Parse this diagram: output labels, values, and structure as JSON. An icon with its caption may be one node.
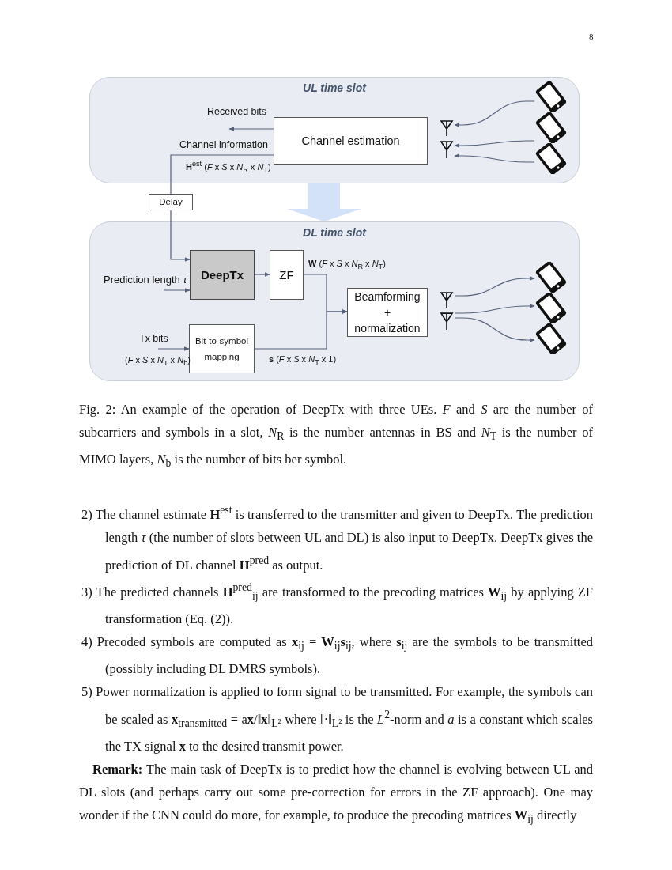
{
  "diagram": {
    "caption": "Fig. 2: An example of the operation of DeepTx with three UEs. *F* and *S* are the number of subcarriers and symbols in a slot, *N*$_{R}$ is the number antennas in BS and *N*$_{T}$ is the number of MIMO layers, *N*$_{b}$ is the number of bits ber symbol.",
    "nodes": [
      {
        "text": [
          "UL time slot"
        ]
      },
      {
        "text": [
          "Channel estimation"
        ],
        "in": 0
      },
      {
        "text": [],
        "shape": "antenna",
        "in": 0
      },
      {
        "text": [],
        "shape": "antenna",
        "in": 0
      },
      {
        "text": [],
        "shape": "phone",
        "in": 0
      },
      {
        "text": [],
        "shape": "phone",
        "in": 0
      },
      {
        "text": [],
        "shape": "phone",
        "in": 0
      },
      {
        "text": [
          "Delay"
        ]
      },
      {
        "text": [
          "DL time slot"
        ]
      },
      {
        "text": [
          "DeepTx"
        ],
        "in": 8
      },
      {
        "text": [
          "ZF"
        ],
        "in": 8
      },
      {
        "text": [
          "Beamforming + normalization"
        ],
        "in": 8
      },
      {
        "text": [
          "Bit-to-symbol mapping"
        ],
        "in": 8
      },
      {
        "text": [],
        "shape": "antenna",
        "in": 8
      },
      {
        "text": [],
        "shape": "antenna",
        "in": 8
      },
      {
        "text": [],
        "shape": "phone",
        "in": 8
      },
      {
        "text": [],
        "shape": "phone",
        "in": 8
      },
      {
        "text": [],
        "shape": "phone",
        "in": 8
      }
    ],
    "edges": [
      {
        "from": 1,
        "to": null,
        "arrow": "to",
        "label": "Received bits"
      },
      {
        "from": 1,
        "to": 7,
        "arrow": "none",
        "label": "Channel information"
      },
      {
        "from": 4,
        "to": 2,
        "arrow": "to"
      },
      {
        "from": 5,
        "to": 3,
        "arrow": "to"
      },
      {
        "from": 6,
        "to": 3,
        "arrow": "to"
      },
      {
        "from": 0,
        "to": 8,
        "arrow": "to",
        "style": "thick",
        "color": "#d3e2f8"
      },
      {
        "from": 7,
        "to": 9,
        "arrow": "to"
      },
      {
        "from": null,
        "to": 9,
        "arrow": "to",
        "label": "Prediction length *τ*"
      },
      {
        "from": 9,
        "to": 10,
        "arrow": "to"
      },
      {
        "from": 10,
        "to": 11,
        "arrow": "to",
        "label": "**W** (*F* x *S* x *N*$_{R}$ x *N*$_{T}$)"
      },
      {
        "from": null,
        "to": 12,
        "arrow": "to",
        "label": "Tx bits"
      },
      {
        "from": 12,
        "to": 11,
        "arrow": "to",
        "label": "**s** (*F* x *S* x *N*$_{T}$ x 1)"
      },
      {
        "from": 13,
        "to": 15,
        "arrow": "to"
      },
      {
        "from": 14,
        "to": 16,
        "arrow": "to"
      },
      {
        "from": 14,
        "to": 17,
        "arrow": "to"
      }
    ],
    "labels": [
      "8",
      "**H**$^{est}$ (*F* x *S* x *N*$_{R}$ x *N*$_{T}$)",
      "(*F* x *S* x *N*$_{T}$ x *N*$_{b}$)",
      "2) The channel estimate **H**$^{est}$ is transferred to the transmitter and given to DeepTx. The prediction length *τ* (the number of slots between UL and DL) is also input to DeepTx. DeepTx gives the prediction of DL channel **H**$^{pred}$ as output.",
      "3) The predicted channels **H**$^{pred}$$_{ij}$ are transformed to the precoding matrices **W**$_{ij}$ by applying ZF transformation (Eq. (2)).",
      "4) Precoded symbols are computed as **x**$_{ij}$ = **W**$_{ij}$**s**$_{ij}$, where **s**$_{ij}$ are the symbols to be transmitted (possibly including DL DMRS symbols).",
      "5) Power normalization is applied to form signal to be transmitted. For example, the symbols can be scaled as **x**$_{transmitted}$ = a**x**/‖**x**‖$_{L²}$ where ‖·‖$_{L²}$ is the *L*$^{2}$-norm and *a* is a constant which scales the TX signal **x** to the desired transmit power.",
      "**Remark:** The main task of DeepTx is to predict how the channel is evolving between UL and DL slots (and perhaps carry out some pre-correction for errors in the ZF approach). One may wonder if the CNN could do more, for example, to produce the precoding matrices **W**$_{ij}$ directly"
    ]
  }
}
